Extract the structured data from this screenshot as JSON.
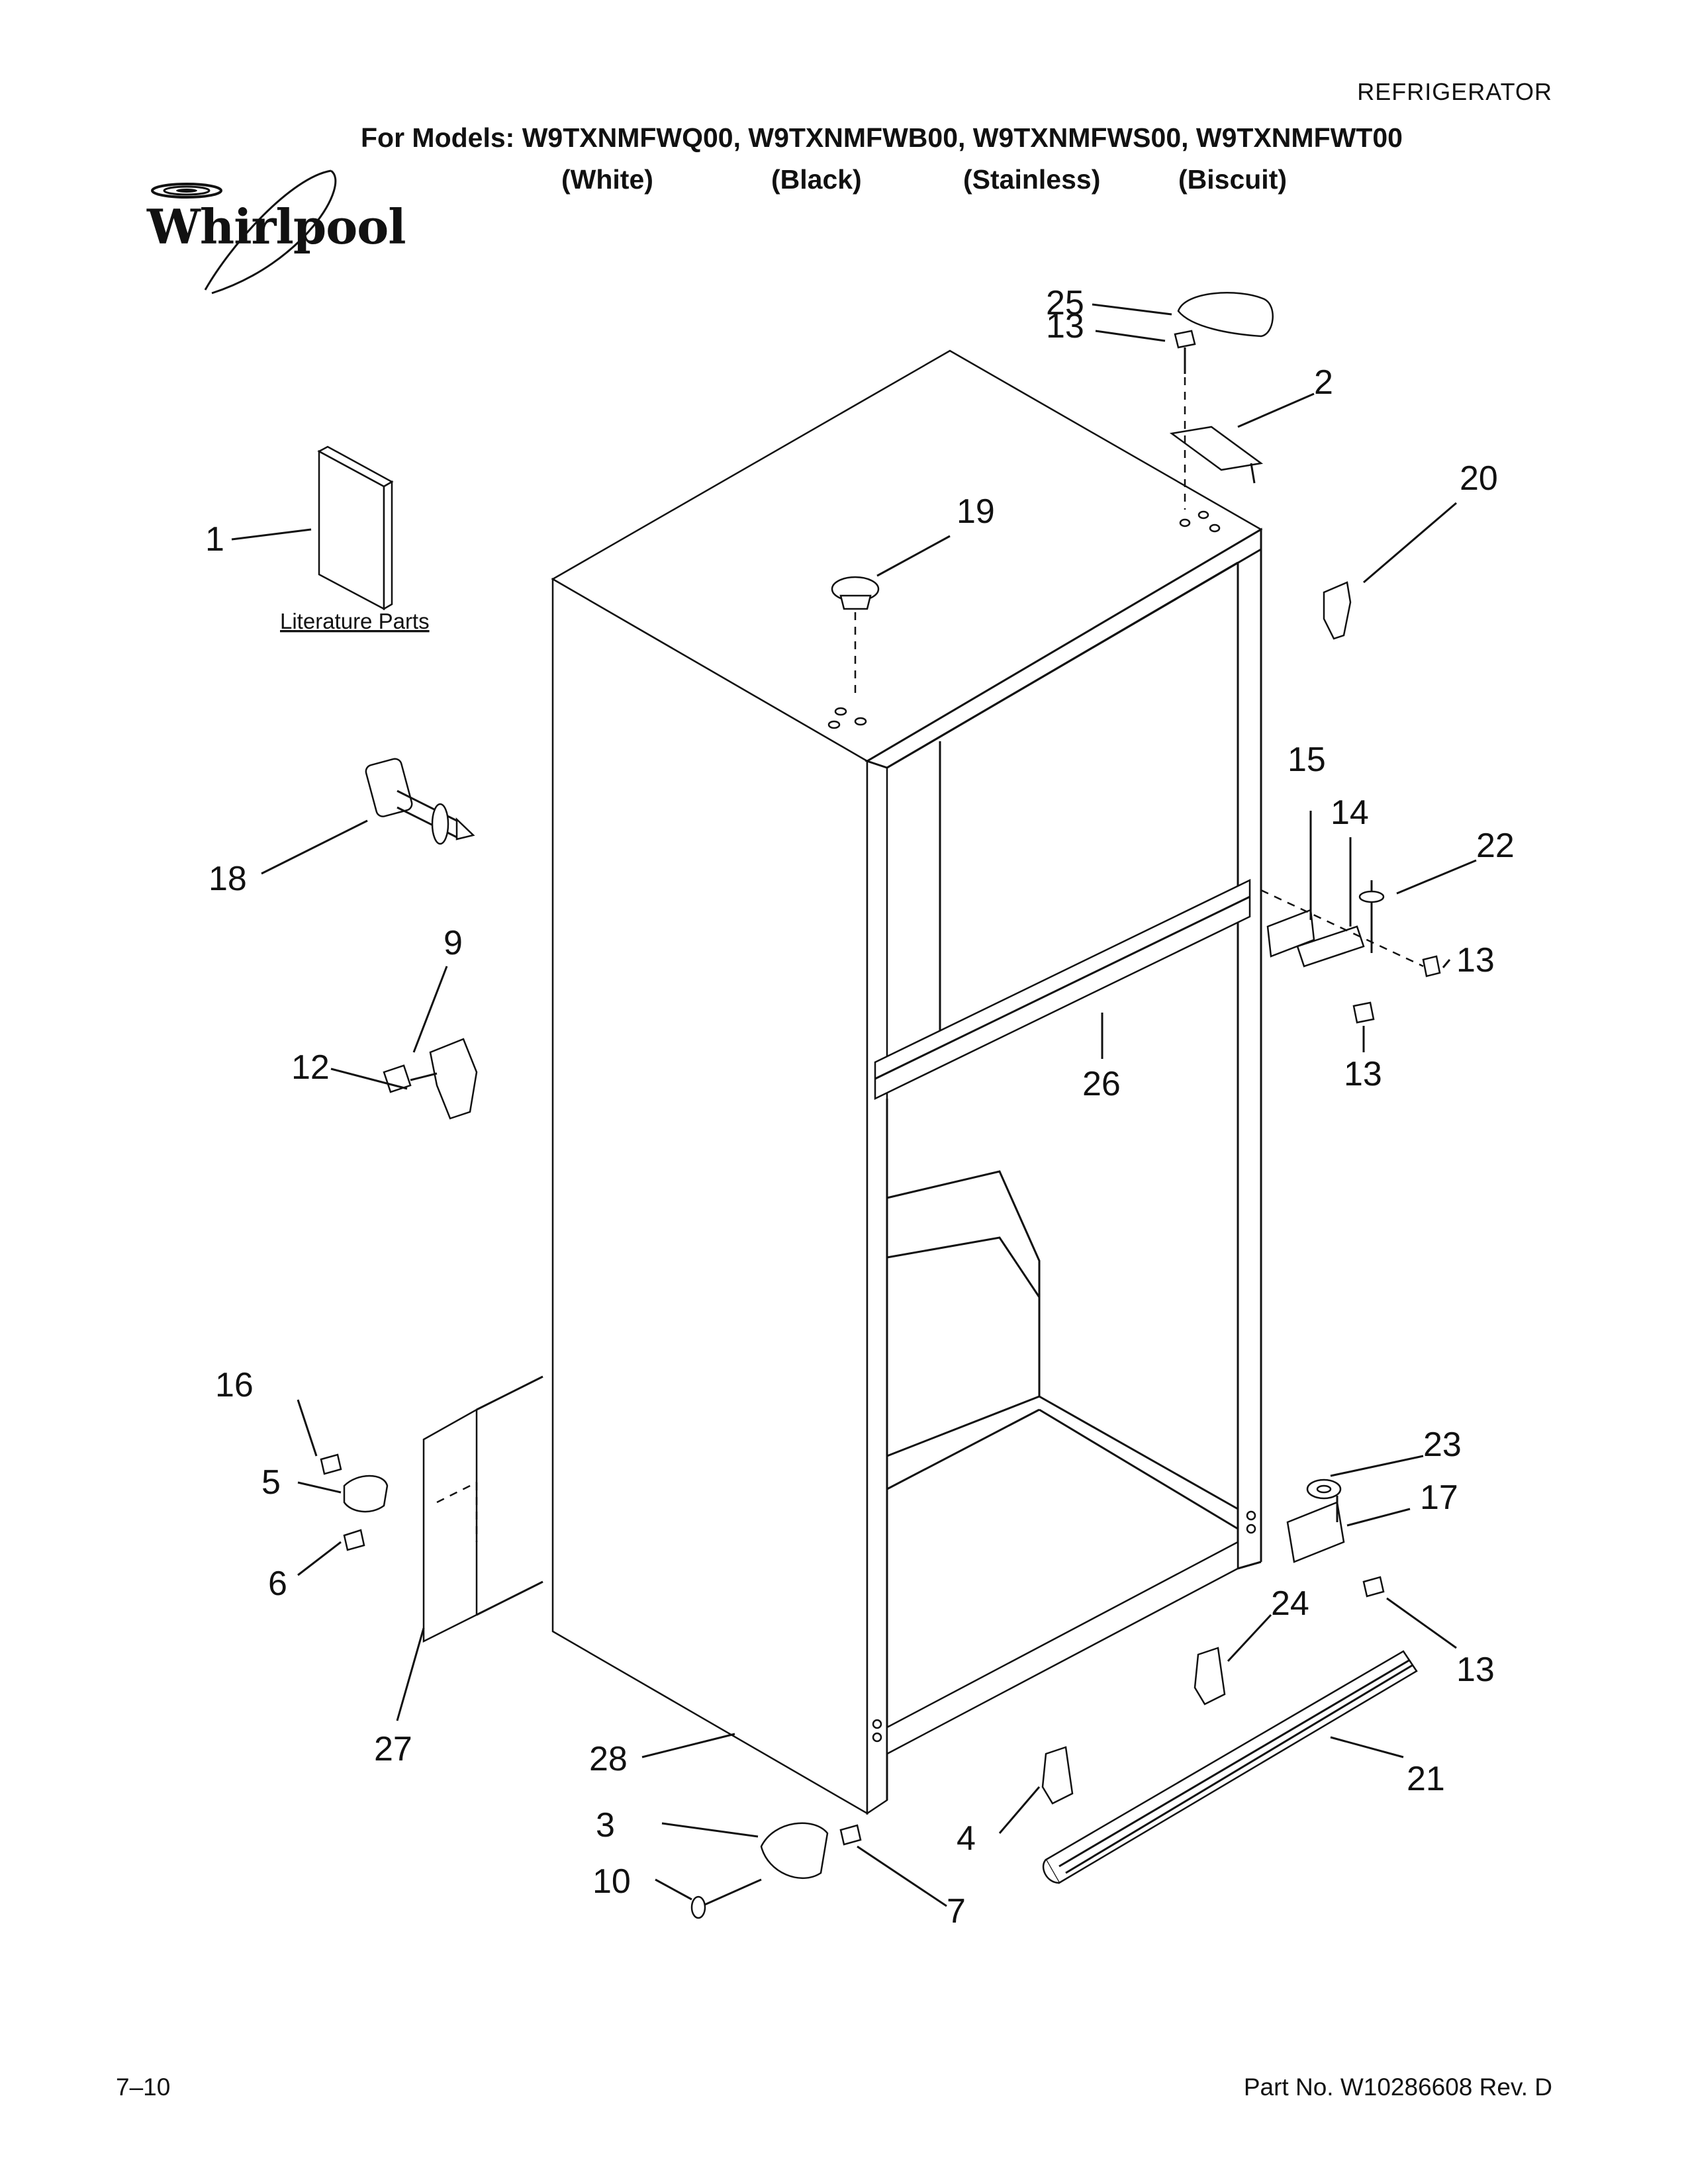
{
  "header": {
    "category": "REFRIGERATOR",
    "models_label": "For Models: W9TXNMFWQ00, W9TXNMFWB00, W9TXNMFWS00, W9TXNMFWT00",
    "colors": [
      "(White)",
      "(Black)",
      "(Stainless)",
      "(Biscuit)"
    ]
  },
  "brand": {
    "logo_text": "Whirlpool"
  },
  "literature_label": "Literature Parts",
  "callouts": {
    "p1": "1",
    "p2": "2",
    "p3": "3",
    "p4": "4",
    "p5": "5",
    "p6": "6",
    "p7": "7",
    "p9": "9",
    "p10": "10",
    "p12": "12",
    "p13a": "13",
    "p13b": "13",
    "p13c": "13",
    "p13d": "13",
    "p14": "14",
    "p15": "15",
    "p16": "16",
    "p17": "17",
    "p18": "18",
    "p19": "19",
    "p20": "20",
    "p21": "21",
    "p22": "22",
    "p23": "23",
    "p24": "24",
    "p25": "25",
    "p26": "26",
    "p27": "27",
    "p28": "28"
  },
  "footer": {
    "page": "7–10",
    "part_no": "Part No. W10286608 Rev. D"
  }
}
